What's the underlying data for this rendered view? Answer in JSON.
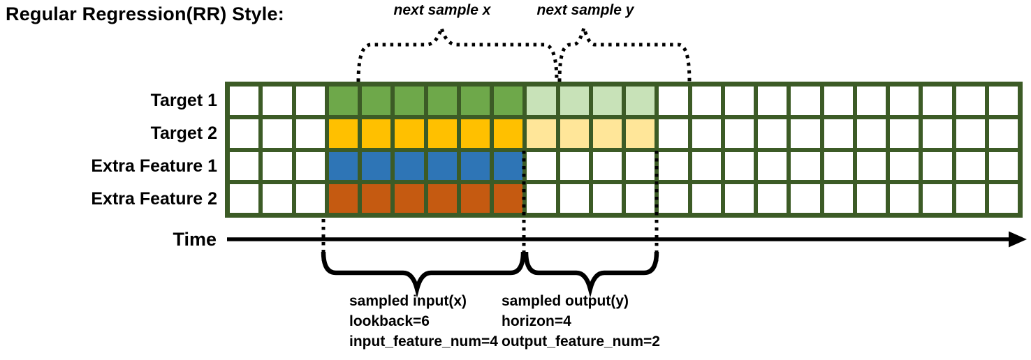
{
  "title": "Regular Regression(RR) Style:",
  "top_annotations": {
    "next_sample_x": "next sample x",
    "next_sample_y": "next sample y"
  },
  "row_labels": [
    "Target 1",
    "Target 2",
    "Extra Feature 1",
    "Extra Feature 2"
  ],
  "time_label": "Time",
  "bottom_annotations": {
    "input": {
      "lines": [
        "sampled input(x)",
        "lookback=6",
        "input_feature_num=4"
      ]
    },
    "output": {
      "lines": [
        "sampled output(y)",
        "horizon=4",
        "output_feature_num=2"
      ]
    }
  },
  "grid": {
    "num_columns": 24,
    "num_rows": 4,
    "rows": [
      {
        "name": "target-1",
        "solid_color": "#6EA84A",
        "light_color": "#C8E2B8",
        "solid_start": 4,
        "solid_end": 9,
        "light_start": 10,
        "light_end": 13
      },
      {
        "name": "target-2",
        "solid_color": "#FFC000",
        "light_color": "#FFE699",
        "solid_start": 4,
        "solid_end": 9,
        "light_start": 10,
        "light_end": 13
      },
      {
        "name": "extra-feature-1",
        "solid_color": "#2E75B6",
        "light_color": null,
        "light_start": null,
        "light_end": null,
        "solid_start": 4,
        "solid_end": 9
      },
      {
        "name": "extra-feature-2",
        "solid_color": "#C55A11",
        "light_color": null,
        "light_start": null,
        "light_end": null,
        "solid_start": 4,
        "solid_end": 9
      }
    ]
  },
  "colors": {
    "grid_border": "#3C5B26",
    "ink": "#000000",
    "background": "#FFFFFF"
  }
}
